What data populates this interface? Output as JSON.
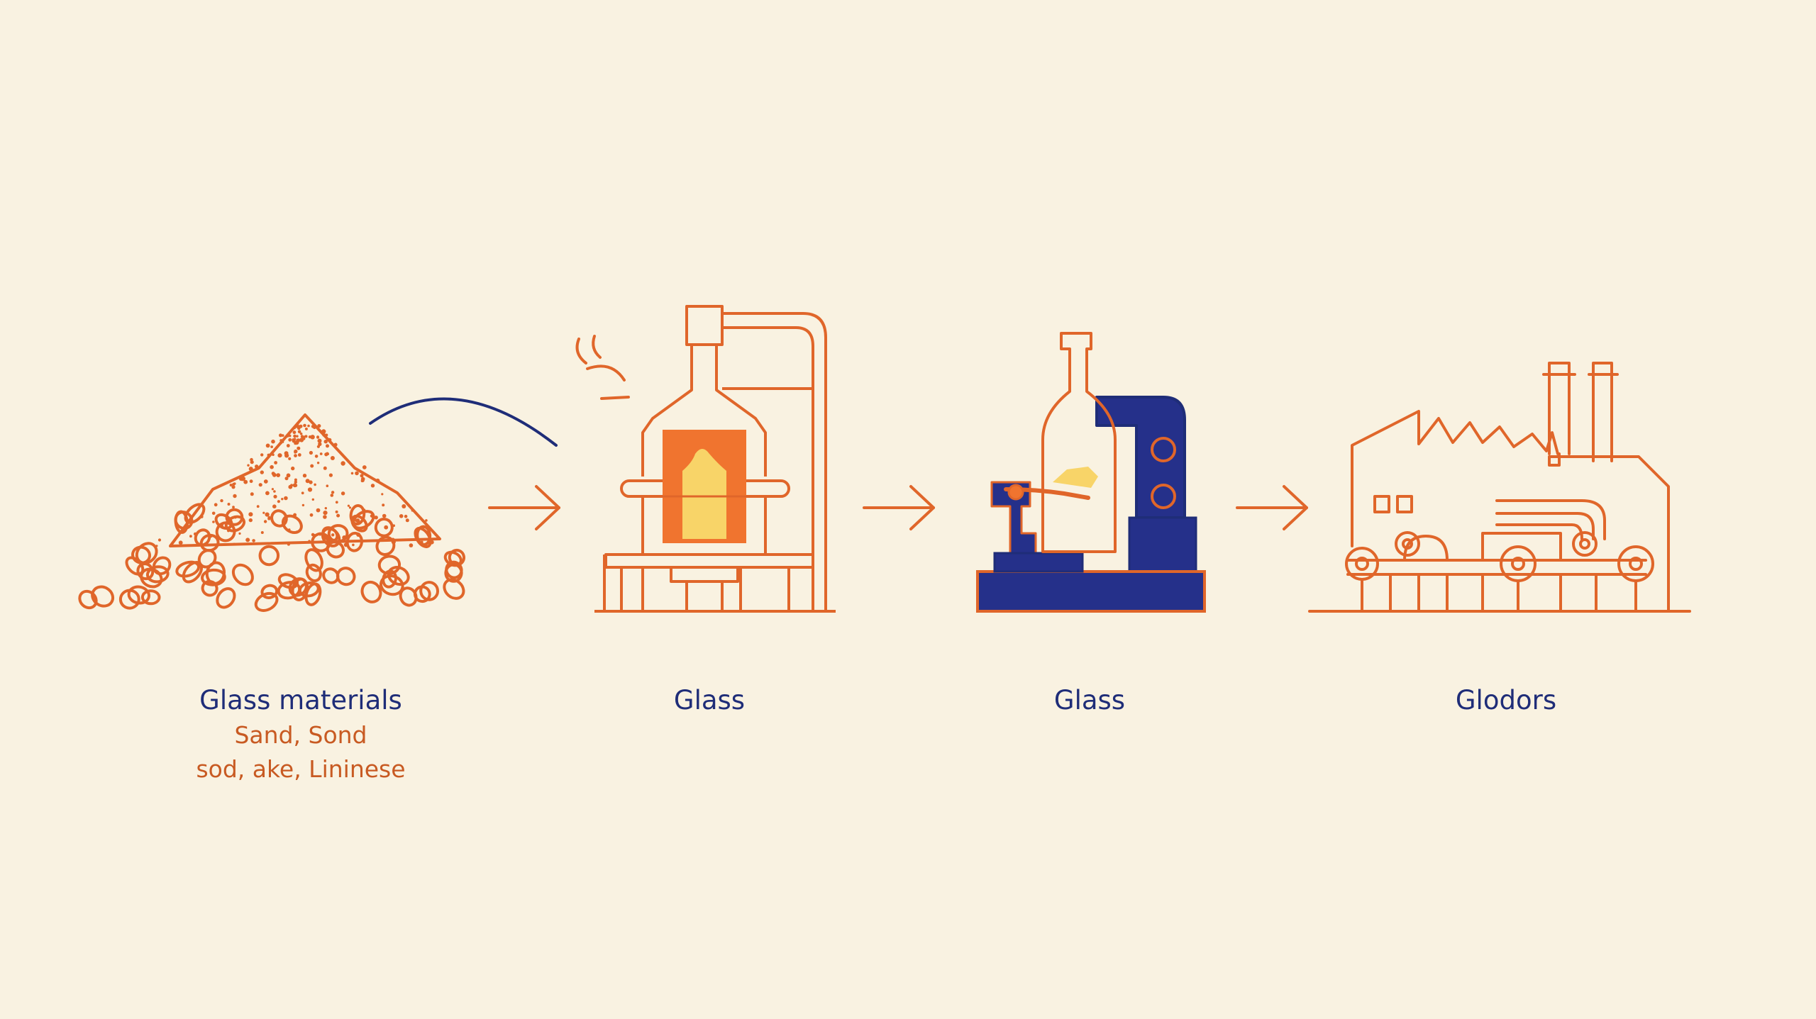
{
  "stages": [
    {
      "label": "Glass materials",
      "sub_lines": [
        "Sand, Sond",
        "sod, ake, Lininese"
      ]
    },
    {
      "label": "Glass"
    },
    {
      "label": "Glass"
    },
    {
      "label": "Glodors"
    }
  ],
  "colors": {
    "background": "#f9f2e1",
    "line_orange": "#e0662a",
    "navy": "#1f2d78",
    "flame_orange": "#f0742f",
    "flame_yellow": "#f8d468"
  },
  "icons": [
    "raw-materials-pile-icon",
    "glass-furnace-icon",
    "bottle-forming-machine-icon",
    "factory-conveyor-icon"
  ]
}
